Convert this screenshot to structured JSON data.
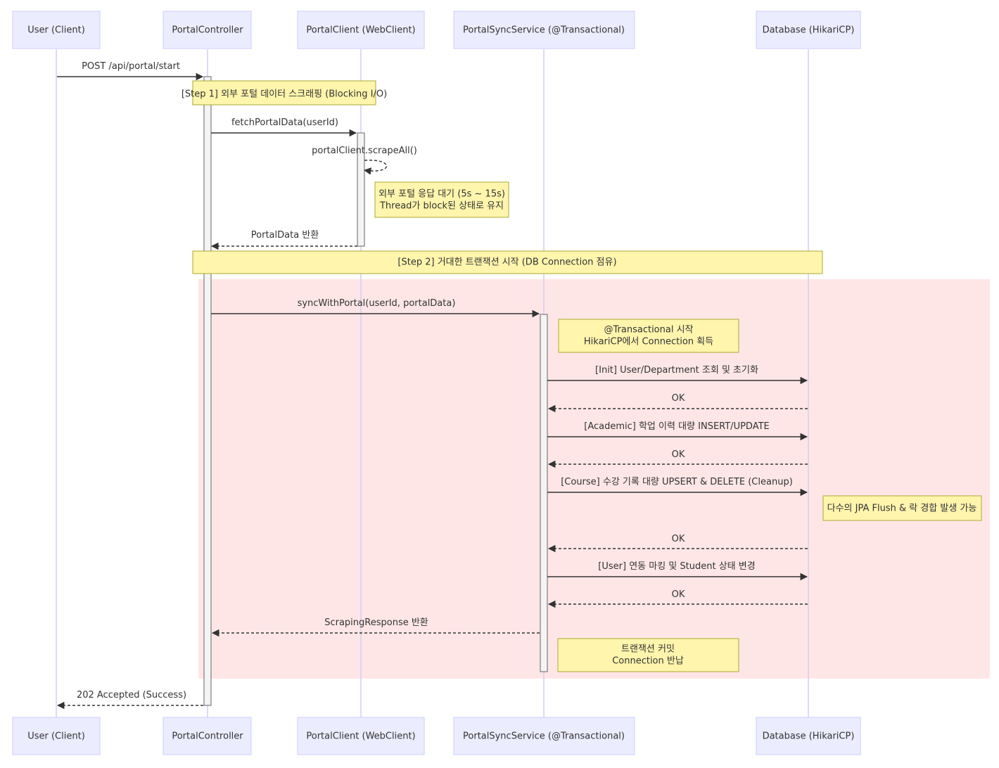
{
  "participants": [
    {
      "id": "user",
      "label": "User (Client)"
    },
    {
      "id": "controller",
      "label": "PortalController"
    },
    {
      "id": "client",
      "label": "PortalClient (WebClient)"
    },
    {
      "id": "service",
      "label": "PortalSyncService (@Transactional)"
    },
    {
      "id": "db",
      "label": "Database (HikariCP)"
    }
  ],
  "messages": [
    {
      "id": "m1",
      "from": "user",
      "to": "controller",
      "label": "POST /api/portal/start",
      "style": "solid"
    },
    {
      "id": "m2",
      "from": "controller",
      "to": "client",
      "label": "fetchPortalData(userId)",
      "style": "solid"
    },
    {
      "id": "m3",
      "from": "client",
      "to": "client",
      "label": "portalClient.scrapeAll()",
      "style": "dashed"
    },
    {
      "id": "m4",
      "from": "client",
      "to": "controller",
      "label": "PortalData 반환",
      "style": "dashed"
    },
    {
      "id": "m5",
      "from": "controller",
      "to": "service",
      "label": "syncWithPortal(userId, portalData)",
      "style": "solid"
    },
    {
      "id": "m6",
      "from": "service",
      "to": "db",
      "label": "[Init] User/Department 조회 및 초기화",
      "style": "solid"
    },
    {
      "id": "m7",
      "from": "db",
      "to": "service",
      "label": "OK",
      "style": "dashed"
    },
    {
      "id": "m8",
      "from": "service",
      "to": "db",
      "label": "[Academic] 학업 이력 대량 INSERT/UPDATE",
      "style": "solid"
    },
    {
      "id": "m9",
      "from": "db",
      "to": "service",
      "label": "OK",
      "style": "dashed"
    },
    {
      "id": "m10",
      "from": "service",
      "to": "db",
      "label": "[Course] 수강 기록 대량 UPSERT & DELETE (Cleanup)",
      "style": "solid"
    },
    {
      "id": "m11",
      "from": "db",
      "to": "service",
      "label": "OK",
      "style": "dashed"
    },
    {
      "id": "m12",
      "from": "service",
      "to": "db",
      "label": "[User] 연동 마킹 및 Student 상태 변경",
      "style": "solid"
    },
    {
      "id": "m13",
      "from": "db",
      "to": "service",
      "label": "OK",
      "style": "dashed"
    },
    {
      "id": "m14",
      "from": "service",
      "to": "controller",
      "label": "ScrapingResponse 반환",
      "style": "dashed"
    },
    {
      "id": "m15",
      "from": "controller",
      "to": "user",
      "label": "202 Accepted (Success)",
      "style": "dashed"
    }
  ],
  "notes": [
    {
      "id": "n1",
      "lines": [
        "[Step 1] 외부 포털 데이터 스크래핑 (Blocking I/O)"
      ]
    },
    {
      "id": "n2",
      "lines": [
        "외부 포털 응답 대기 (5s ~ 15s)",
        "Thread가 block된 상태로 유지"
      ]
    },
    {
      "id": "n3",
      "lines": [
        "[Step 2] 거대한 트랜잭션 시작 (DB Connection 점유)"
      ]
    },
    {
      "id": "n4",
      "lines": [
        "@Transactional 시작",
        "HikariCP에서 Connection 획득"
      ]
    },
    {
      "id": "n5",
      "lines": [
        "다수의 JPA Flush & 락 경합 발생 가능"
      ]
    },
    {
      "id": "n6",
      "lines": [
        "트랜잭션 커밋",
        "Connection 반납"
      ]
    }
  ],
  "colors": {
    "actor_fill": "#ECECFF",
    "actor_stroke": "#CCCCFF",
    "lifeline": "#D6CCF5",
    "note_fill": "#FFF5AD",
    "note_stroke": "#AAAA33",
    "highlight_rect": "#FFE6E6",
    "text": "#333333",
    "arrow": "#333333"
  }
}
